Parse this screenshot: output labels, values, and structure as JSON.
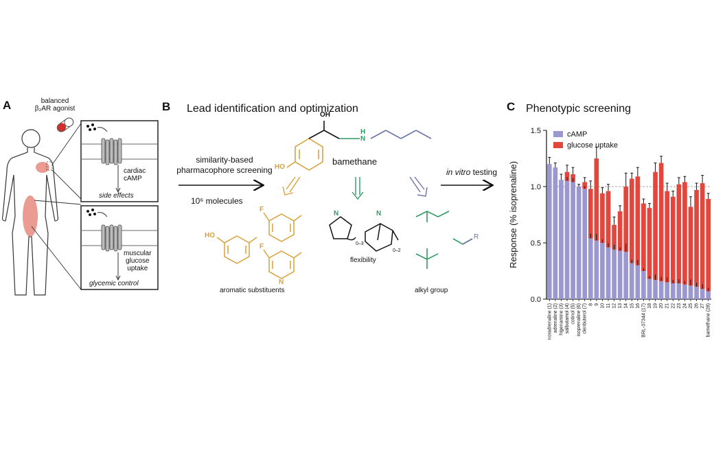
{
  "panel_a": {
    "label": "A",
    "agonist_line1": "balanced",
    "agonist_line2": "β₂AR agonist",
    "box_top": {
      "line1": "cardiac",
      "line2": "cAMP",
      "effect": "side effects"
    },
    "box_bottom": {
      "line1": "muscular",
      "line2": "glucose",
      "line3": "uptake",
      "effect": "glycemic control"
    }
  },
  "panel_b": {
    "label": "B",
    "title": "Lead identification and optimization",
    "screen_line1": "similarity-based",
    "screen_line2": "pharmacophore screening",
    "molecules": "10⁶ molecules",
    "lead_name": "bamethane",
    "invitro": "in vitro",
    "testing": " testing",
    "ho": "HO",
    "oh": "OH",
    "nh": "N",
    "h": "H",
    "f1": "F",
    "f2": "F",
    "n_pyr": "N",
    "ho2": "HO",
    "range1": "0–3",
    "range2": "0–2",
    "r": "R",
    "cap_aromatic": "aromatic substituents",
    "cap_flex": "flexibility",
    "cap_alkyl": "alkyl group",
    "colors": {
      "aromatic": "#d9a13b",
      "flex": "#2f9a63",
      "alkyl": "#6b73a8"
    }
  },
  "panel_c": {
    "label": "C",
    "title": "Phenotypic screening"
  },
  "chart_data": {
    "type": "bar",
    "stacked": true,
    "ylabel": "Response (% isoprenaline)",
    "ylim": [
      0,
      1.5
    ],
    "yticks": [
      0.0,
      0.5,
      1.0,
      1.5
    ],
    "reference_line": 1.0,
    "categories": [
      "noradrenaline (1)",
      "adrenaline (2)",
      "higenamine (3)",
      "salbutamol (4)",
      "cotinol (5)",
      "isoprenaline (6)",
      "clenbuterol (7)",
      "8",
      "9",
      "10",
      "11",
      "12",
      "13",
      "14",
      "15",
      "16",
      "BRL-37344 (17)",
      "18",
      "19",
      "20",
      "21",
      "22",
      "23",
      "24",
      "25",
      "26",
      "27",
      "bamethane (28)"
    ],
    "series": [
      {
        "name": "cAMP",
        "color": "#9a98cf",
        "values": [
          1.2,
          1.17,
          1.06,
          1.05,
          1.04,
          1.0,
          0.98,
          0.54,
          0.52,
          0.5,
          0.46,
          0.44,
          0.43,
          0.42,
          0.32,
          0.3,
          0.25,
          0.18,
          0.17,
          0.16,
          0.15,
          0.14,
          0.14,
          0.13,
          0.12,
          0.11,
          0.09,
          0.07
        ]
      },
      {
        "name": "glucose uptake",
        "color": "#e2473d",
        "values": [
          0.0,
          0.0,
          0.0,
          0.08,
          0.07,
          0.0,
          0.06,
          0.44,
          0.73,
          0.44,
          0.5,
          0.22,
          0.35,
          0.58,
          0.75,
          0.79,
          0.6,
          0.63,
          0.96,
          1.05,
          0.81,
          0.77,
          0.88,
          0.91,
          0.7,
          0.86,
          0.94,
          0.82
        ]
      }
    ],
    "errors": [
      0.06,
      0.04,
      0.05,
      0.06,
      0.06,
      0.02,
      0.04,
      0.07,
      0.1,
      0.05,
      0.06,
      0.07,
      0.05,
      0.12,
      0.05,
      0.08,
      0.04,
      0.04,
      0.08,
      0.06,
      0.07,
      0.05,
      0.06,
      0.05,
      0.09,
      0.06,
      0.07,
      0.05
    ]
  }
}
